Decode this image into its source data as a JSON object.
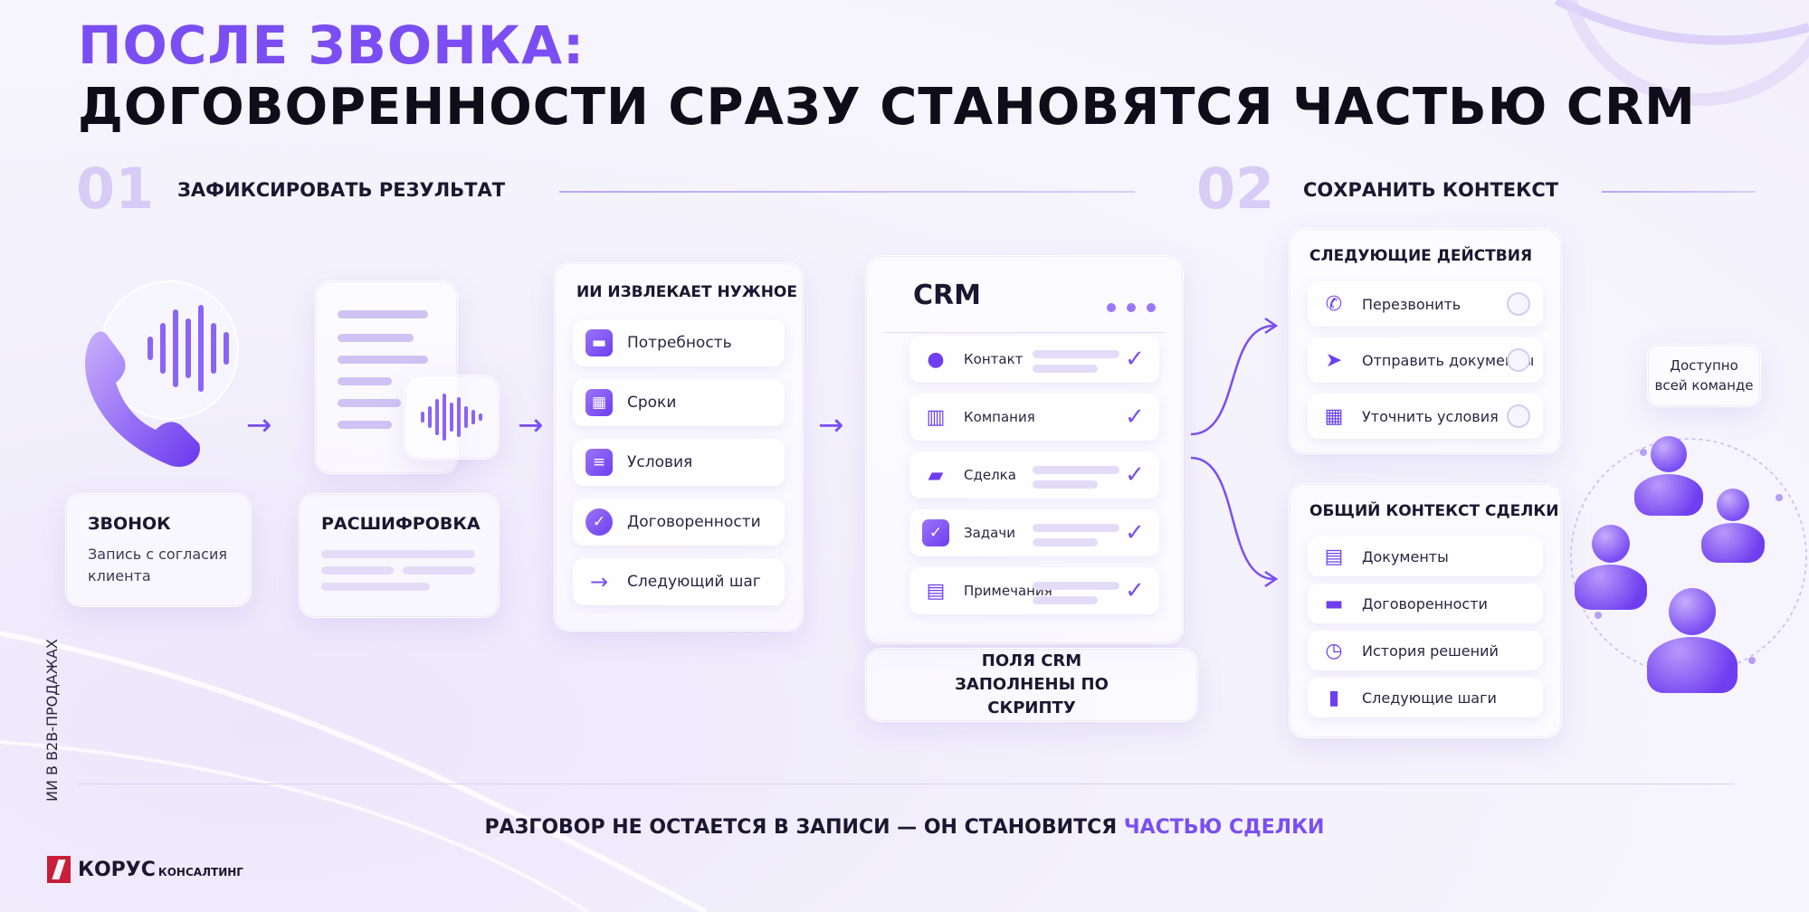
{
  "title": {
    "line1": "ПОСЛЕ ЗВОНКА:",
    "line2": "ДОГОВОРЕННОСТИ СРАЗУ СТАНОВЯТСЯ ЧАСТЬЮ CRM"
  },
  "step1": {
    "number": "01",
    "label": "ЗАФИКСИРОВАТЬ РЕЗУЛЬТАТ"
  },
  "step2": {
    "number": "02",
    "label": "СОХРАНИТЬ КОНТЕКСТ"
  },
  "call": {
    "title": "ЗВОНОК",
    "subtitle": "Запись с согласия клиента"
  },
  "transcript": {
    "title": "РАСШИФРОВКА"
  },
  "ai": {
    "title": "ИИ ИЗВЛЕКАЕТ НУЖНОЕ",
    "items": [
      {
        "label": "Потребность",
        "icon": "chat-icon"
      },
      {
        "label": "Сроки",
        "icon": "calendar-icon"
      },
      {
        "label": "Условия",
        "icon": "document-icon"
      },
      {
        "label": "Договоренности",
        "icon": "check-circle-icon"
      },
      {
        "label": "Следующий шаг",
        "icon": "arrow-right-icon"
      }
    ]
  },
  "crm": {
    "title": "CRM",
    "fields": [
      {
        "label": "Контакт",
        "icon": "user-icon"
      },
      {
        "label": "Компания",
        "icon": "building-icon"
      },
      {
        "label": "Сделка",
        "icon": "briefcase-icon"
      },
      {
        "label": "Задачи",
        "icon": "checkbox-icon"
      },
      {
        "label": "Примечания",
        "icon": "note-icon"
      }
    ],
    "caption": "ПОЛЯ CRM ЗАПОЛНЕНЫ ПО СКРИПТУ"
  },
  "next_actions": {
    "title": "СЛЕДУЮЩИЕ ДЕЙСТВИЯ",
    "items": [
      {
        "label": "Перезвонить",
        "icon": "phone-icon"
      },
      {
        "label": "Отправить документы",
        "icon": "send-icon"
      },
      {
        "label": "Уточнить условия",
        "icon": "calendar-icon"
      }
    ]
  },
  "context": {
    "title": "ОБЩИЙ КОНТЕКСТ СДЕЛКИ",
    "items": [
      {
        "label": "Документы",
        "icon": "document-icon"
      },
      {
        "label": "Договоренности",
        "icon": "chat-icon"
      },
      {
        "label": "История решений",
        "icon": "clock-icon"
      },
      {
        "label": "Следующие шаги",
        "icon": "bar-chart-icon"
      }
    ]
  },
  "team": {
    "bubble": "Доступно всей команде"
  },
  "footer": {
    "text_part1": "РАЗГОВОР НЕ ОСТАЕТСЯ В ЗАПИСИ — ОН СТАНОВИТСЯ ",
    "text_part2": "ЧАСТЬЮ СДЕЛКИ"
  },
  "sidebar": {
    "vertical_text": "ИИ В B2B-ПРОДАЖАХ"
  },
  "brand": {
    "name": "КОРУС",
    "suffix": "КОНСАЛТИНГ"
  },
  "colors": {
    "accent": "#7a4ef3",
    "dark": "#0f0d18"
  }
}
